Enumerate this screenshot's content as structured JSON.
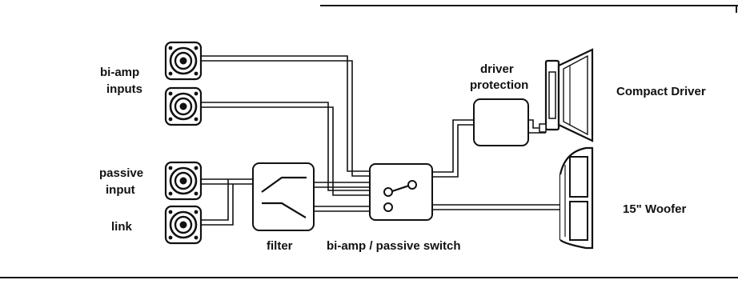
{
  "labels": {
    "biamp_inputs_1": "bi-amp",
    "biamp_inputs_2": "inputs",
    "passive_input_1": "passive",
    "passive_input_2": "input",
    "link": "link",
    "filter": "filter",
    "switch": "bi-amp / passive switch",
    "driver_protection_1": "driver",
    "driver_protection_2": "protection",
    "compact_driver": "Compact Driver",
    "woofer": "15\" Woofer"
  },
  "icons": {
    "connector": "speakon-connector-icon",
    "compact_driver": "compression-driver-horn-icon",
    "woofer": "woofer-speaker-icon"
  },
  "colors": {
    "ink": "#111111",
    "background": "#ffffff"
  }
}
